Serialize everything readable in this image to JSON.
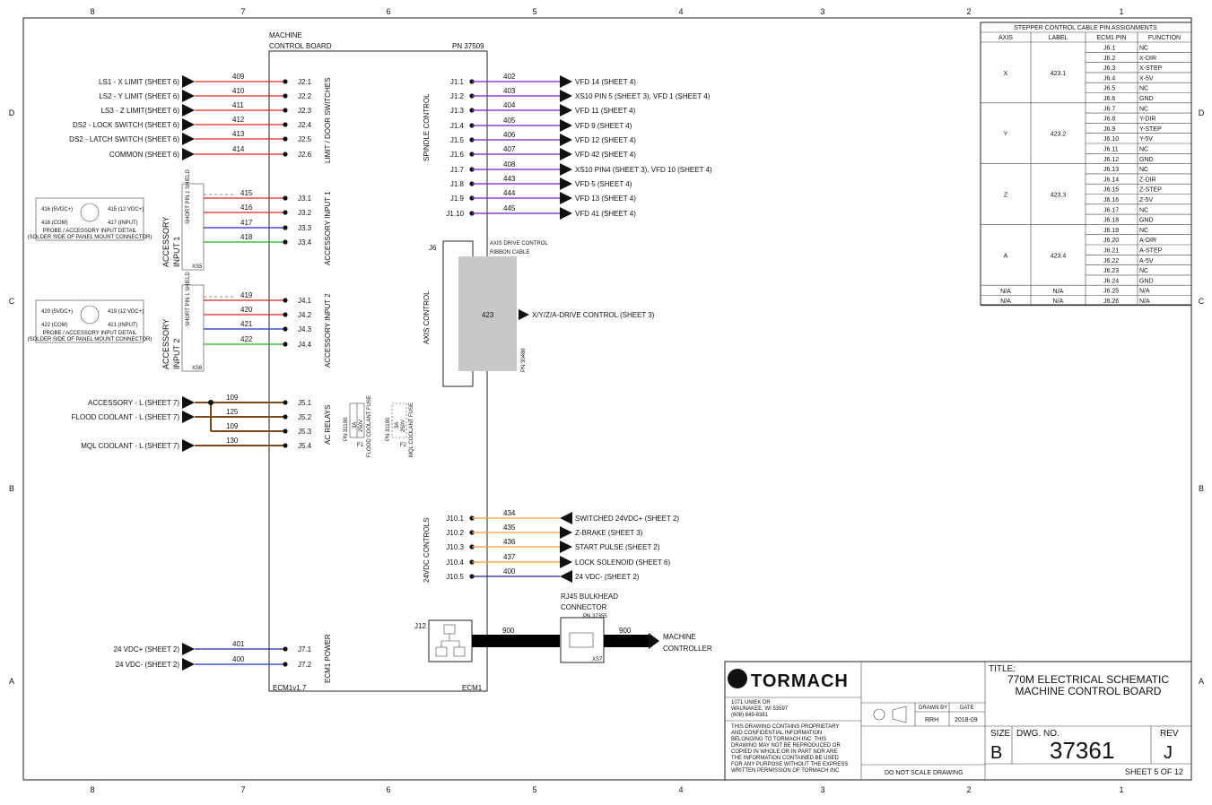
{
  "zones": {
    "cols": [
      "8",
      "7",
      "6",
      "5",
      "4",
      "3",
      "2",
      "1"
    ],
    "rows": [
      "D",
      "C",
      "B",
      "A"
    ]
  },
  "board": {
    "title": "MACHINE CONTROL BOARD",
    "pn": "PN 37509",
    "bottom_left": "ECM1v1.7",
    "bottom_right": "ECM1"
  },
  "sections": {
    "limit": "LIMIT / DOOR SWITCHES",
    "acc1": "ACCESSORY INPUT 1",
    "acc2": "ACCESSORY INPUT 2",
    "relays": "AC RELAYS",
    "power": "ECM1 POWER",
    "spindle": "SPINDLE CONTROL",
    "axis": "AXIS CONTROL",
    "v24": "24VDC CONTROLS"
  },
  "j2": [
    {
      "label": "LS1 - X LIMIT (SHEET 6)",
      "wire": "409",
      "pin": "J2.1"
    },
    {
      "label": "LS2 - Y LIMIT (SHEET 6)",
      "wire": "410",
      "pin": "J2.2"
    },
    {
      "label": "LS3 - Z LIMIT(SHEET 6)",
      "wire": "411",
      "pin": "J2.3"
    },
    {
      "label": "DS2 - LOCK SWITCH (SHEET 6)",
      "wire": "412",
      "pin": "J2.4"
    },
    {
      "label": "DS2 - LATCH SWITCH (SHEET 6)",
      "wire": "413",
      "pin": "J2.5"
    },
    {
      "label": "COMMON (SHEET 6)",
      "wire": "414",
      "pin": "J2.6"
    }
  ],
  "acc1": {
    "pins": [
      {
        "wire": "415",
        "pin": "J3.1"
      },
      {
        "wire": "416",
        "pin": "J3.2"
      },
      {
        "wire": "417",
        "pin": "J3.3"
      },
      {
        "wire": "418",
        "pin": "J3.4"
      }
    ],
    "vlabel": "ACCESSORY INPUT 1",
    "conn": "XS5",
    "short": "SHORT PIN 1 SHIELD",
    "detail": {
      "l1": "416 (5VDC+)",
      "l2": "418 (COM)",
      "r1": "415 (12 VDC+)",
      "r2": "417 (INPUT)",
      "cap1": "PROBE / ACCESSORY INPUT DETAIL",
      "cap2": "(SOLDER SIDE OF PANEL MOUNT CONNECTOR)"
    }
  },
  "acc2": {
    "pins": [
      {
        "wire": "419",
        "pin": "J4.1"
      },
      {
        "wire": "420",
        "pin": "J4.2"
      },
      {
        "wire": "421",
        "pin": "J4.3"
      },
      {
        "wire": "422",
        "pin": "J4.4"
      }
    ],
    "vlabel": "ACCESSORY INPUT 2",
    "conn": "XS6",
    "short": "SHORT PIN 1 SHIELD",
    "detail": {
      "l1": "420 (5VDC+)",
      "l2": "422 (COM)",
      "r1": "419 (12 VDC+)",
      "r2": "421 (INPUT)",
      "cap1": "PROBE / ACCESSORY INPUT DETAIL",
      "cap2": "(SOLDER SIDE OF PANEL MOUNT CONNECTOR)"
    }
  },
  "j5": [
    {
      "label": "ACCESSORY - L (SHEET 7)",
      "wire": "109",
      "pin": "J5.1"
    },
    {
      "label": "FLOOD COOLANT - L (SHEET 7)",
      "wire": "125",
      "pin": "J5.2"
    },
    {
      "label": "",
      "wire": "109",
      "pin": "J5.3"
    },
    {
      "label": "MQL COOLANT - L (SHEET 7)",
      "wire": "130",
      "pin": "J5.4"
    }
  ],
  "fuses": [
    {
      "pn": "PN 31190",
      "rating": "3A",
      "rating2": "250V",
      "id": "F1",
      "desc": "FLOOD COOLANT FUSE"
    },
    {
      "pn": "PN 31190",
      "rating": "3A",
      "rating2": "250V",
      "id": "F2",
      "desc": "MQL COOLANT FUSE"
    }
  ],
  "j7": [
    {
      "label": "24 VDC+ (SHEET 2)",
      "wire": "401",
      "pin": "J7.1"
    },
    {
      "label": "24 VDC- (SHEET 2)",
      "wire": "400",
      "pin": "J7.2"
    }
  ],
  "j1": [
    {
      "pin": "J1.1",
      "wire": "402",
      "label": "VFD 14 (SHEET 4)"
    },
    {
      "pin": "J1.2",
      "wire": "403",
      "label": "XS10 PIN 5 (SHEET 3), VFD 1 (SHEET 4)"
    },
    {
      "pin": "J1.3",
      "wire": "404",
      "label": "VFD 11 (SHEET 4)"
    },
    {
      "pin": "J1.4",
      "wire": "405",
      "label": "VFD 9 (SHEET 4)"
    },
    {
      "pin": "J1.5",
      "wire": "406",
      "label": "VFD 12 (SHEET 4)"
    },
    {
      "pin": "J1.6",
      "wire": "407",
      "label": "VFD 42 (SHEET 4)"
    },
    {
      "pin": "J1.7",
      "wire": "408",
      "label": "XS10 PIN4 (SHEET 3), VFD 10 (SHEET 4)"
    },
    {
      "pin": "J1.8",
      "wire": "443",
      "label": "VFD 5 (SHEET 4)"
    },
    {
      "pin": "J1.9",
      "wire": "444",
      "label": "VFD 13 (SHEET 4)"
    },
    {
      "pin": "J1.10",
      "wire": "445",
      "label": "VFD 41 (SHEET 4)"
    }
  ],
  "j6": {
    "pin": "J6",
    "cable_title": "AXIS DRIVE CONTROL",
    "cable_title2": "RIBBON CABLE",
    "wire": "423",
    "pn": "PN 30486",
    "dest": "X/Y/Z/A-DRIVE CONTROL (SHEET 3)"
  },
  "j10": [
    {
      "pin": "J10.1",
      "wire": "434",
      "label": "SWITCHED 24VDC+ (SHEET 2)"
    },
    {
      "pin": "J10.2",
      "wire": "435",
      "label": "Z-BRAKE (SHEET 3)"
    },
    {
      "pin": "J10.3",
      "wire": "436",
      "label": "START PULSE (SHEET 2)"
    },
    {
      "pin": "J10.4",
      "wire": "437",
      "label": "LOCK SOLENOID (SHEET 6)"
    },
    {
      "pin": "J10.5",
      "wire": "400",
      "label": "24 VDC- (SHEET 2)"
    }
  ],
  "j12": {
    "pin": "J12",
    "wire1": "900",
    "wire2": "900",
    "bulkhead1": "RJ45 BULKHEAD",
    "bulkhead2": "CONNECTOR",
    "bulkhead_pn": "PN 37355",
    "xs": "XS7",
    "dest1": "MACHINE",
    "dest2": "CONTROLLER"
  },
  "pin_table": {
    "title": "STEPPER CONTROL CABLE PIN ASSIGNMENTS",
    "headers": [
      "AXIS",
      "LABEL",
      "ECM1 PIN",
      "FUNCTION"
    ],
    "groups": [
      {
        "axis": "X",
        "label": "423.1",
        "rows": [
          [
            "J6.1",
            "NC"
          ],
          [
            "J6.2",
            "X-DIR"
          ],
          [
            "J6.3",
            "X-STEP"
          ],
          [
            "J6.4",
            "X-5V"
          ],
          [
            "J6.5",
            "NC"
          ],
          [
            "J6.6",
            "GND"
          ]
        ]
      },
      {
        "axis": "Y",
        "label": "423.2",
        "rows": [
          [
            "J6.7",
            "NC"
          ],
          [
            "J6.8",
            "Y-DIR"
          ],
          [
            "J6.9",
            "Y-STEP"
          ],
          [
            "J6.10",
            "Y-5V"
          ],
          [
            "J6.11",
            "NC"
          ],
          [
            "J6.12",
            "GND"
          ]
        ]
      },
      {
        "axis": "Z",
        "label": "423.3",
        "rows": [
          [
            "J6.13",
            "NC"
          ],
          [
            "J6.14",
            "Z-DIR"
          ],
          [
            "J6.15",
            "Z-STEP"
          ],
          [
            "J6.16",
            "Z-5V"
          ],
          [
            "J6.17",
            "NC"
          ],
          [
            "J6.18",
            "GND"
          ]
        ]
      },
      {
        "axis": "A",
        "label": "423.4",
        "rows": [
          [
            "J6.19",
            "NC"
          ],
          [
            "J6.20",
            "A-DIR"
          ],
          [
            "J6.21",
            "A-STEP"
          ],
          [
            "J6.22",
            "A-5V"
          ],
          [
            "J6.23",
            "NC"
          ],
          [
            "J6.24",
            "GND"
          ]
        ]
      },
      {
        "axis": "N/A",
        "label": "N/A",
        "rows": [
          [
            "J6.25",
            "N/A"
          ]
        ]
      },
      {
        "axis": "N/A",
        "label": "N/A",
        "rows": [
          [
            "J6.26",
            "N/A"
          ]
        ]
      }
    ]
  },
  "title_block": {
    "logo": "TORMACH",
    "addr1": "1071 UNIEK DR",
    "addr2": "WAUNAKEE, WI 53597",
    "addr3": "(608) 849-8381",
    "notice": [
      "THIS DRAWING CONTAINS PROPRIETARY",
      "AND CONFIDENTIAL INFORMATION",
      "BELONGING TO TORMACH INC. THIS",
      "DRAWING MAY NOT BE REPRODUCED OR",
      "COPIED IN WHOLE OR IN PART NOR ARE",
      "THE INFORMATION CONTAINED BE USED",
      "FOR ANY PURPOSE WITHOUT THE EXPRESS",
      "WRITTEN PERMISSION OF TORMACH INC"
    ],
    "drawn_by_label": "DRAWN BY",
    "date_label": "DATE",
    "drawn_by": "RRH",
    "date": "2018-09",
    "no_scale": "DO NOT SCALE DRAWING",
    "title_label": "TITLE:",
    "title1": "770M ELECTRICAL SCHEMATIC",
    "title2": "MACHINE CONTROL BOARD",
    "size_label": "SIZE",
    "size": "B",
    "dwg_label": "DWG.  NO.",
    "dwg": "37361",
    "rev_label": "REV",
    "rev": "J",
    "sheet": "SHEET 5 OF 12"
  },
  "colors": {
    "red": "#e02020",
    "purple": "#7a20c0",
    "blue": "#1a2fd0",
    "green": "#22b022",
    "brown": "#7a4a1a",
    "orange": "#f0a030",
    "navy": "#202090",
    "gray": "#c8c8c8"
  }
}
